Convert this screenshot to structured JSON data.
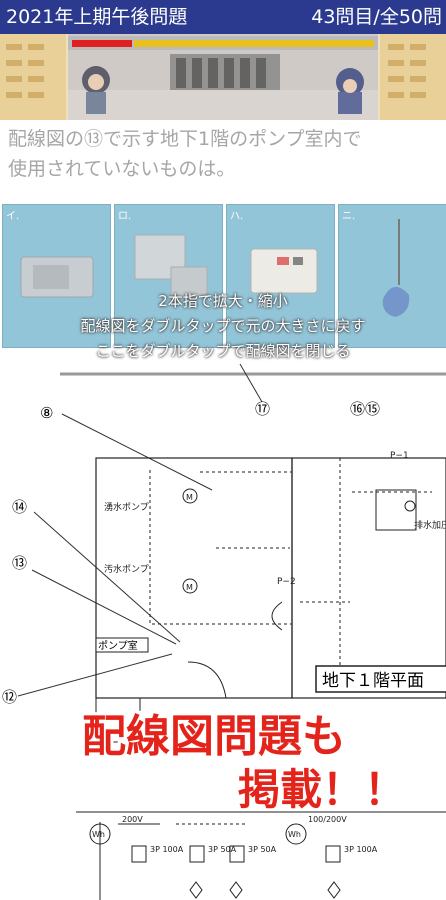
{
  "header": {
    "title": "2021年上期午後問題",
    "counter": "43問目/全50問"
  },
  "question": {
    "line1": "配線図の⑬で示す地下1階のポンプ室内で",
    "line2": "使用されていないものは。"
  },
  "choices": [
    {
      "label": "イ."
    },
    {
      "label": "ロ."
    },
    {
      "label": "ハ."
    },
    {
      "label": "ニ."
    }
  ],
  "hints": [
    "2本指で拡大・縮小",
    "配線図をダブルタップで元の大きさに戻す",
    "ここをダブルタップで配線図を閉じる"
  ],
  "diagram": {
    "num_17": "⑰",
    "num_16_15": "⑯⑮",
    "num_8": "⑧",
    "num_14": "⑭",
    "num_13": "⑬",
    "num_12": "⑫",
    "pump_room": "ポンプ室",
    "pump1": "湧水ポンプ",
    "pump2": "汚水ポンプ",
    "floor_label": "地下１階平面",
    "label_p1": "P−1",
    "label_p2": "P−2",
    "label_r": "排水加圧",
    "v200": "200V",
    "v100_200": "100/200V",
    "wh": "Wh",
    "b3p100": "3P\n100A",
    "b3p50": "3P\n50A"
  },
  "promo": {
    "line1": "配線図問題も",
    "line2": "掲載！！"
  },
  "colors": {
    "header_bg": "#2b3a8f",
    "promo_red": "#e4231a",
    "hp_red": "#e02020",
    "hp_yellow": "#e8c020"
  }
}
